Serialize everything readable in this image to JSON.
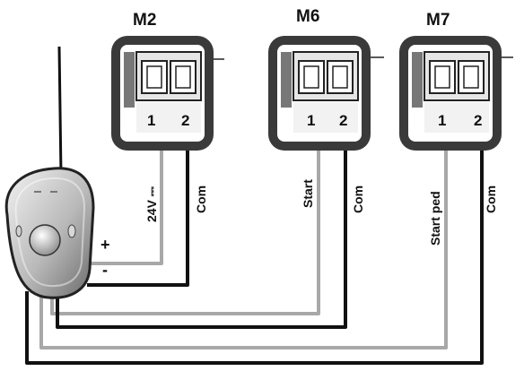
{
  "terminals": [
    {
      "title": "M2",
      "pin1": "1",
      "pin2": "2",
      "wire1": "24V ⎓",
      "wire2": "Com"
    },
    {
      "title": "M6",
      "pin1": "1",
      "pin2": "2",
      "wire1": "Start",
      "wire2": "Com"
    },
    {
      "title": "M7",
      "pin1": "1",
      "pin2": "2",
      "wire1": "Start ped",
      "wire2": "Com"
    }
  ],
  "receiver": {
    "plus": "+",
    "minus": "-"
  },
  "colors": {
    "gray_wire": "#a8a8a8",
    "black_wire": "#111111",
    "housing": "#3a3a3a"
  }
}
